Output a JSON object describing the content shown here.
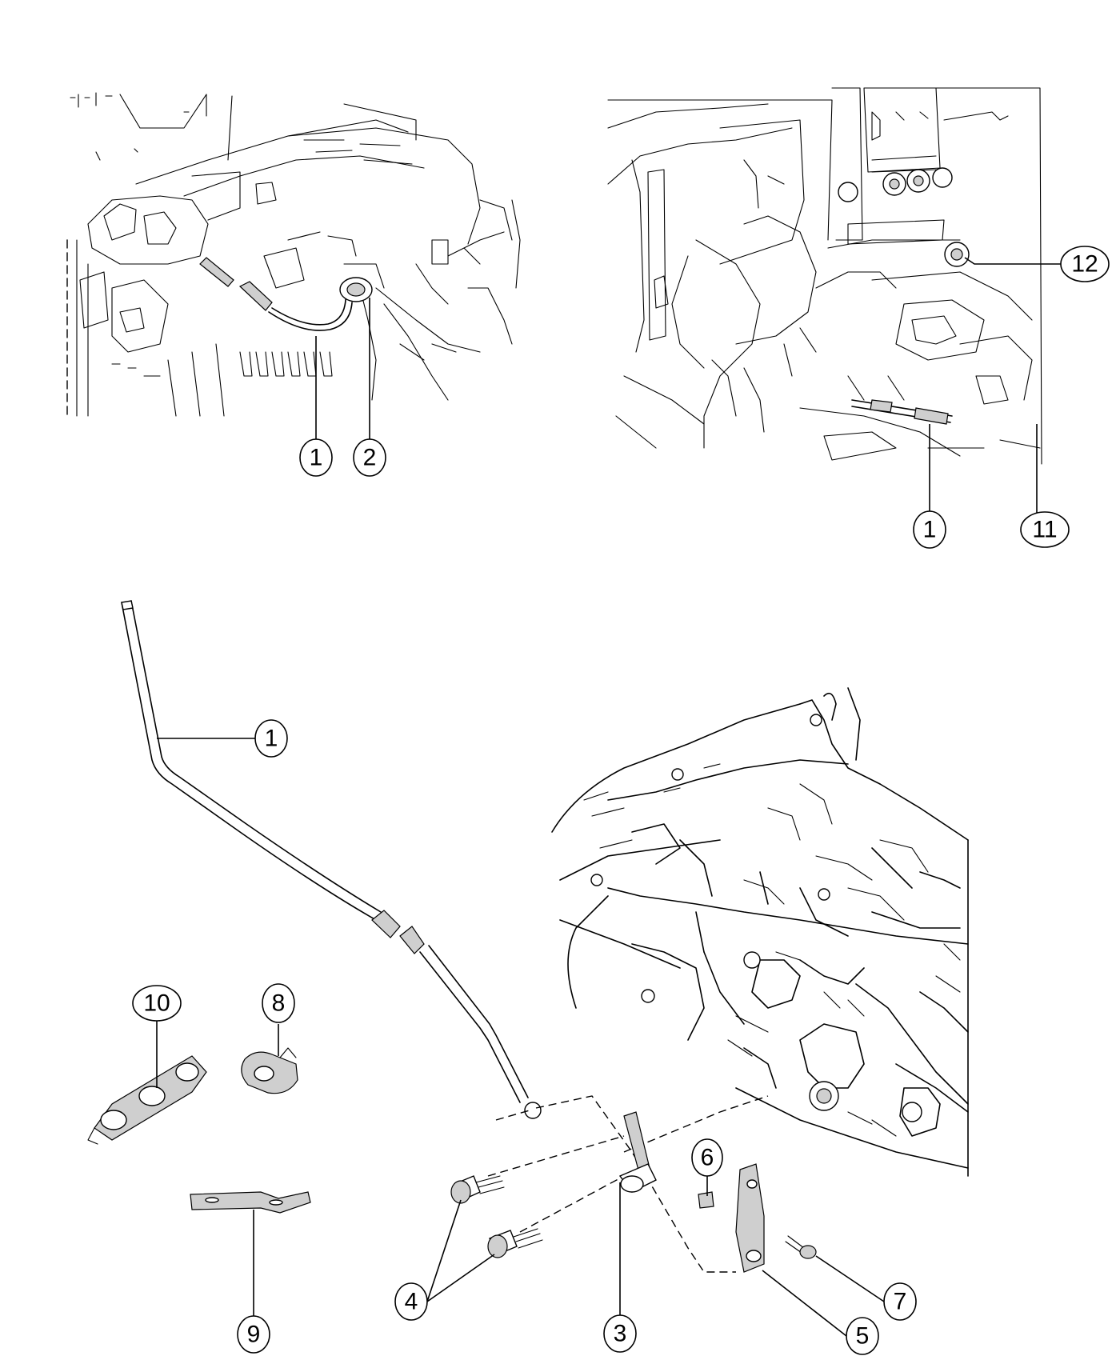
{
  "callouts": {
    "c1a": "1",
    "c2": "2",
    "c12": "12",
    "c1b": "1",
    "c11": "11",
    "c1c": "1",
    "c10": "10",
    "c8": "8",
    "c6": "6",
    "c4": "4",
    "c9": "9",
    "c3": "3",
    "c7": "7",
    "c5": "5"
  }
}
